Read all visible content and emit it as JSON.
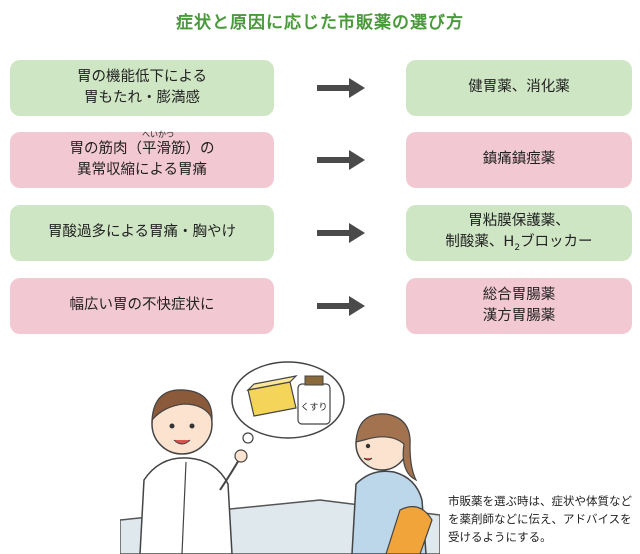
{
  "title": "症状と原因に応じた市販薬の選び方",
  "rows": [
    {
      "cause_lines": [
        "胃の機能低下による",
        "胃もたれ・膨満感"
      ],
      "remedy_lines": [
        "健胃薬、消化薬"
      ],
      "color": "#cfe6c4"
    },
    {
      "cause_line1_a": "胃の筋肉（",
      "cause_line1_rb": "平滑",
      "cause_line1_rt": "へいかつ",
      "cause_line1_b": "筋）の",
      "cause_line2": "異常収縮による胃痛",
      "remedy_lines": [
        "鎮痛鎮痙薬"
      ],
      "color": "#f2c9d3"
    },
    {
      "cause_lines": [
        "胃酸過多による胃痛・胸やけ"
      ],
      "remedy_line1": "胃粘膜保護薬、",
      "remedy_line2_a": "制酸薬、H",
      "remedy_line2_sub": "2",
      "remedy_line2_b": "ブロッカー",
      "color": "#cfe6c4"
    },
    {
      "cause_lines": [
        "幅広い胃の不快症状に"
      ],
      "remedy_lines": [
        "総合胃腸薬",
        "漢方胃腸薬"
      ],
      "color": "#f2c9d3"
    }
  ],
  "illustration": {
    "box_label": "くすり"
  },
  "caption": "市販薬を選ぶ時は、症状や体質などを薬剤師などに伝え、アドバイスを受けるようにする。",
  "colors": {
    "title": "#4a9a3c",
    "arrow": "#4a4a4a"
  },
  "icons": {
    "arrow": "right-arrow-icon"
  }
}
